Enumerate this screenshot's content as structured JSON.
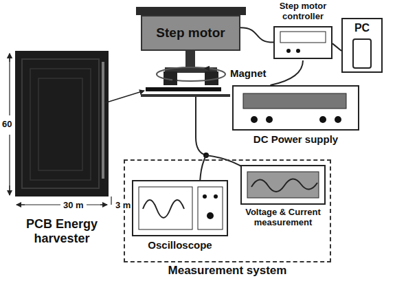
{
  "diagram": {
    "nodes": [
      {
        "text": [
          "Step motor"
        ]
      },
      {
        "text": [
          "Step motor controller"
        ]
      },
      {
        "text": [
          "PC"
        ]
      },
      {
        "text": [
          "DC Power supply"
        ]
      },
      {
        "text": [
          "Measurement system"
        ]
      },
      {
        "text": [
          "Oscilloscope"
        ],
        "in": 4
      },
      {
        "text": [
          "Voltage & Current measurement"
        ],
        "in": 4
      },
      {
        "text": [
          "PCB Energy harvester"
        ]
      }
    ],
    "edges": [
      {
        "from": 0,
        "to": 1,
        "arrow": "none"
      },
      {
        "from": 1,
        "to": 2,
        "arrow": "none"
      },
      {
        "from": 1,
        "to": 3,
        "arrow": "none"
      }
    ],
    "labels": [
      "Magnet",
      "60",
      "30 m",
      "3 m"
    ]
  }
}
